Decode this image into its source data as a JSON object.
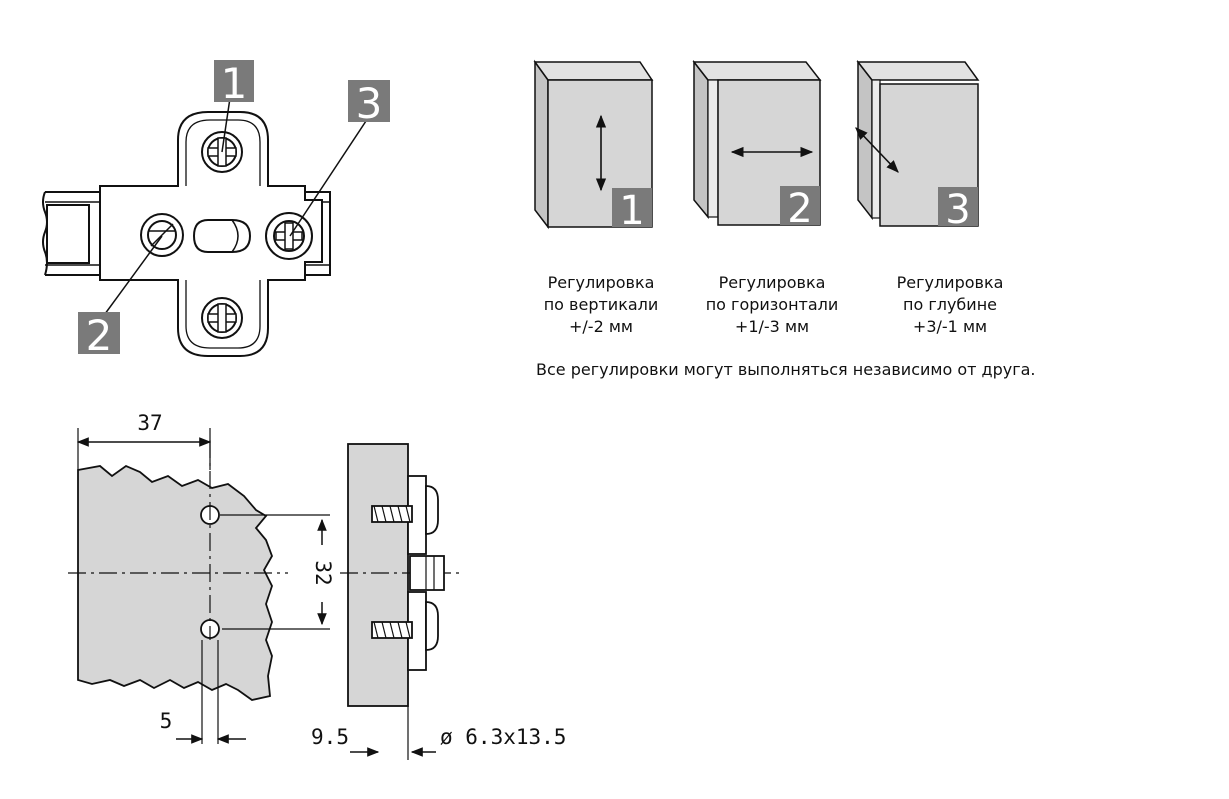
{
  "hinge_plate": {
    "badges": [
      "1",
      "2",
      "3"
    ]
  },
  "adjustments": [
    {
      "number": "1",
      "line1": "Регулировка",
      "line2": "по вертикали",
      "line3": "+/-2 мм"
    },
    {
      "number": "2",
      "line1": "Регулировка",
      "line2": "по горизонтали",
      "line3": "+1/-3 мм"
    },
    {
      "number": "3",
      "line1": "Регулировка",
      "line2": "по глубине",
      "line3": "+3/-1 мм"
    }
  ],
  "note": "Все регулировки могут выполняться независимо от друга.",
  "dimensions": {
    "d37": "37",
    "d32": "32",
    "d5": "5",
    "d9_5": "9.5",
    "d_hole": "ø 6.3x13.5"
  },
  "colors": {
    "badge": "#7a7a7a",
    "panel": "#d6d6d6",
    "panel_edge": "#c4c4c4",
    "line": "#111111"
  }
}
